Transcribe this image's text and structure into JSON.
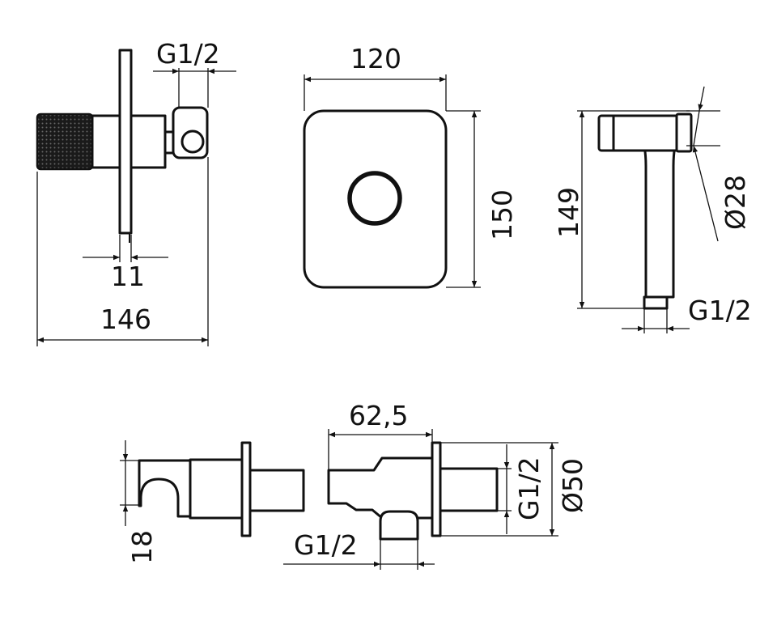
{
  "dimensions": {
    "side_g12": "G1/2",
    "side_11": "11",
    "side_146": "146",
    "front_120": "120",
    "front_150": "150",
    "spray_149": "149",
    "spray_d28": "Ø28",
    "spray_g12": "G1/2",
    "holder_62_5": "62,5",
    "holder_18": "18",
    "holder_g12_bottom": "G1/2",
    "holder_g12_side": "G1/2",
    "holder_d50": "Ø50"
  },
  "colors": {
    "line": "#111111",
    "knurl": "#1a1a1a",
    "background": "#ffffff"
  }
}
